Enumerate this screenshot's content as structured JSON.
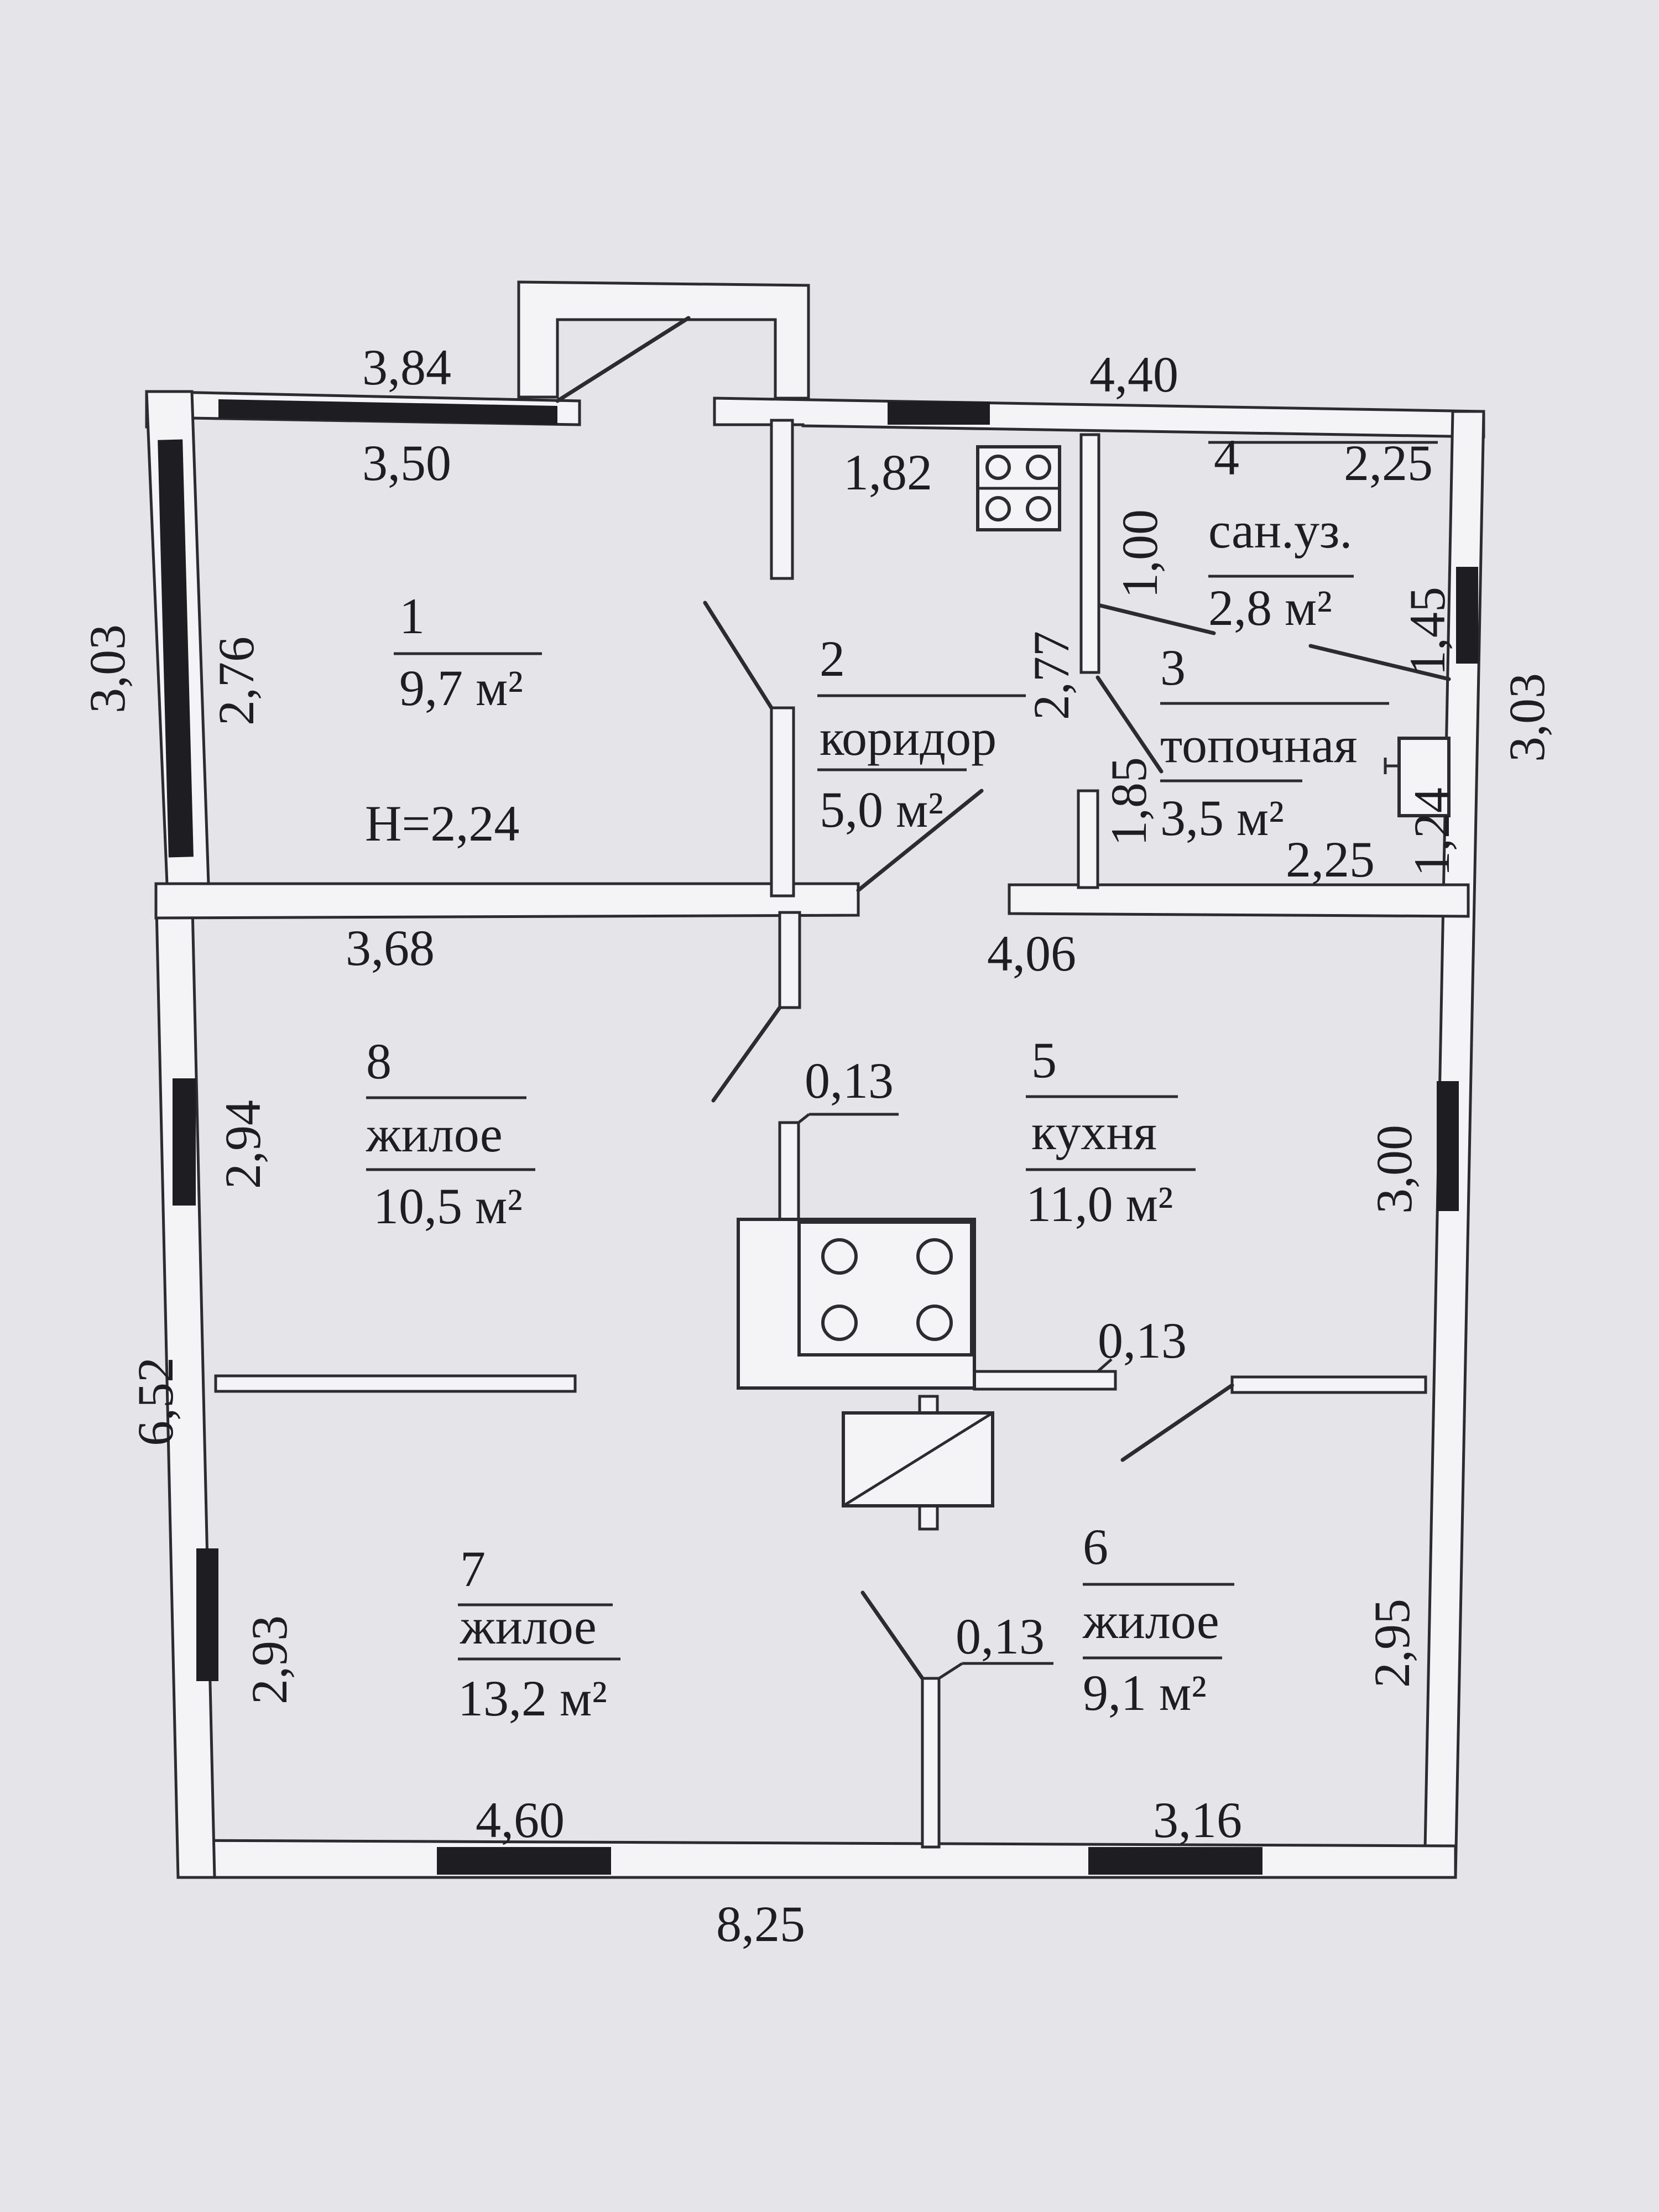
{
  "rooms": [
    {
      "number": "1",
      "area": "9,7 м²"
    },
    {
      "number": "2",
      "name": "коридор",
      "area": "5,0 м²"
    },
    {
      "number": "3",
      "name": "топочная",
      "area": "3,5 м²"
    },
    {
      "number": "4",
      "name": "сан.уз.",
      "area": "2,8 м²"
    },
    {
      "number": "5",
      "name": "кухня",
      "area": "11,0 м²"
    },
    {
      "number": "6",
      "name": "жилое",
      "area": "9,1 м²"
    },
    {
      "number": "7",
      "name": "жилое",
      "area": "13,2 м²"
    },
    {
      "number": "8",
      "name": "жилое",
      "area": "10,5 м²"
    }
  ],
  "height_note": "H=2,24",
  "dimensions": {
    "top_left_outer": "3,84",
    "top_left_inner": "3,50",
    "top_right": "4,40",
    "left_room1_outer": "3,03",
    "left_room1_inner": "2,76",
    "kitchenette_width": "1,82",
    "bath_width": "2,25",
    "bath_depth": "1,00",
    "corridor_height": "2,77",
    "door_width": "1,45",
    "right_upper": "3,03",
    "boiler_depth": "1,85",
    "boiler_niche": "1,24",
    "boiler_width": "2,25",
    "room8_width": "3,68",
    "kitchen_width": "4,06",
    "room8_depth": "2,94",
    "wall_thickness_a": "0,13",
    "kitchen_depth": "3,00",
    "left_total": "6,52",
    "wall_thickness_b": "0,13",
    "room7_depth": "2,93",
    "wall_thickness_c": "0,13",
    "room6_depth": "2,95",
    "room7_width": "4,60",
    "room6_width": "3,16",
    "total_width": "8,25"
  }
}
